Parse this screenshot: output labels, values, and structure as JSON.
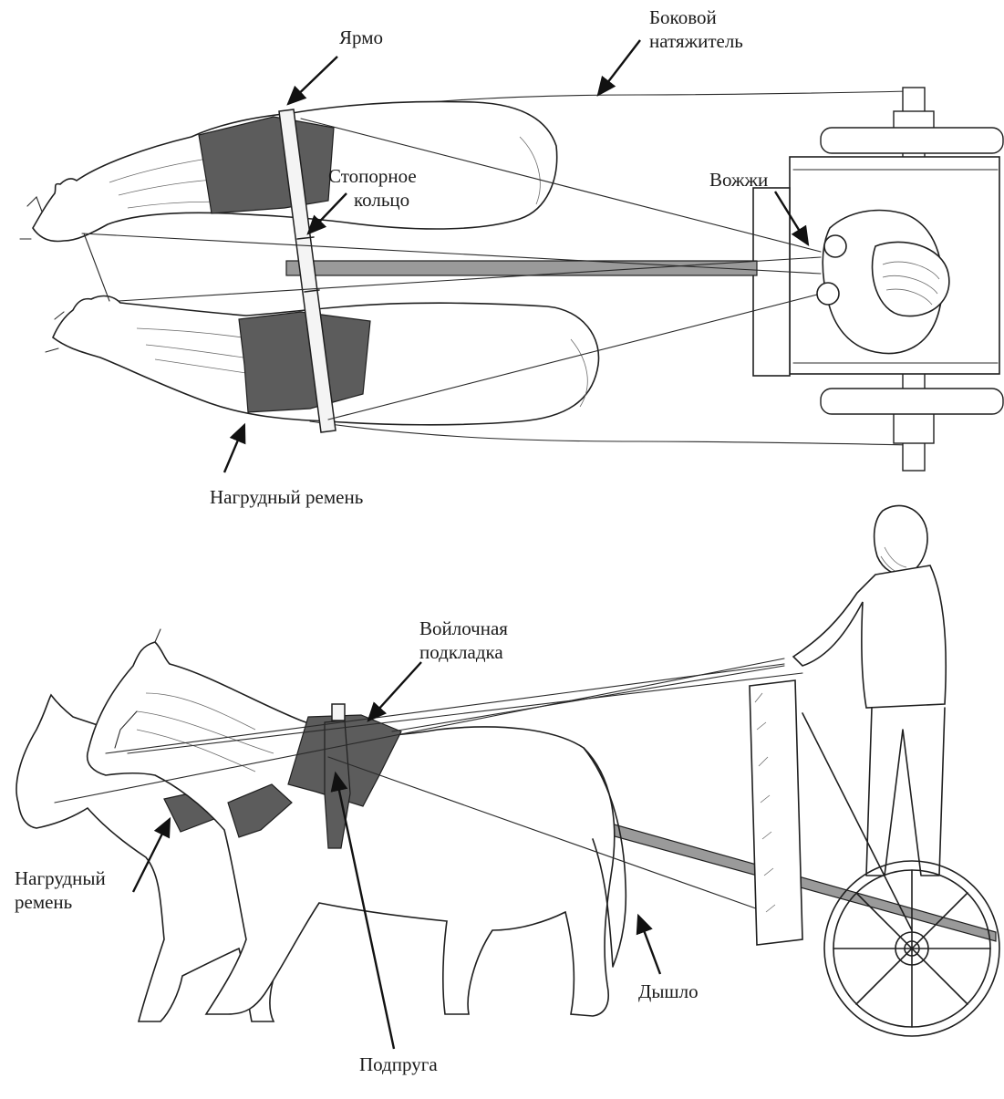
{
  "labels": {
    "yoke": "Ярмо",
    "side_tensioner": [
      "Боковой",
      "натяжитель"
    ],
    "stop_ring": [
      "Стопорное",
      "кольцо"
    ],
    "reins": "Вожжи",
    "breast_strap_top": "Нагрудный ремень",
    "felt_pad": [
      "Войлочная",
      "подкладка"
    ],
    "breast_strap_side": [
      "Нагрудный",
      "ремень"
    ],
    "pole": "Дышло",
    "girth": "Подпруга"
  },
  "colors": {
    "ink": "#1f1f1f",
    "pad": "#5c5c5c",
    "pole": "#9a9a9a",
    "background": "#ffffff"
  }
}
